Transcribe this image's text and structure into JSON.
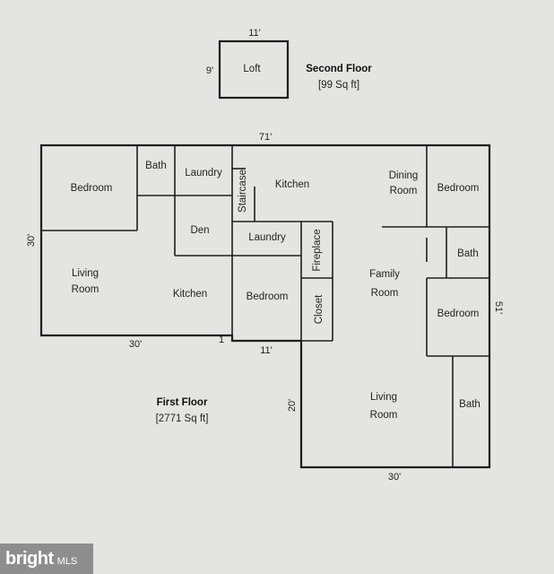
{
  "second_floor": {
    "title": "Second Floor",
    "area": "[99 Sq ft]",
    "rooms": {
      "loft": "Loft"
    },
    "dims": {
      "width": "11'",
      "height": "9'"
    }
  },
  "first_floor": {
    "title": "First Floor",
    "area": "[2771 Sq ft]",
    "rooms": {
      "bedroom_1": "Bedroom",
      "bath_1": "Bath",
      "laundry_1": "Laundry",
      "staircase": "Staircase",
      "kitchen_1": "Kitchen",
      "dining_1": "Dining",
      "dining_2": "Room",
      "bedroom_2": "Bedroom",
      "den": "Den",
      "laundry_2": "Laundry",
      "fireplace": "Fireplace",
      "bath_2": "Bath",
      "living_1a": "Living",
      "living_1b": "Room",
      "kitchen_2": "Kitchen",
      "bedroom_3": "Bedroom",
      "closet": "Closet",
      "family_a": "Family",
      "family_b": "Room",
      "bedroom_4": "Bedroom",
      "living_2a": "Living",
      "living_2b": "Room",
      "bath_3": "Bath"
    },
    "dims": {
      "top": "71'",
      "left": "30'",
      "bottom_left": "30'",
      "small_one": "1",
      "mid": "11'",
      "right": "51'",
      "lower_left": "20'",
      "bottom": "30'"
    }
  },
  "watermark": {
    "brand": "bright",
    "suffix": "MLS"
  }
}
